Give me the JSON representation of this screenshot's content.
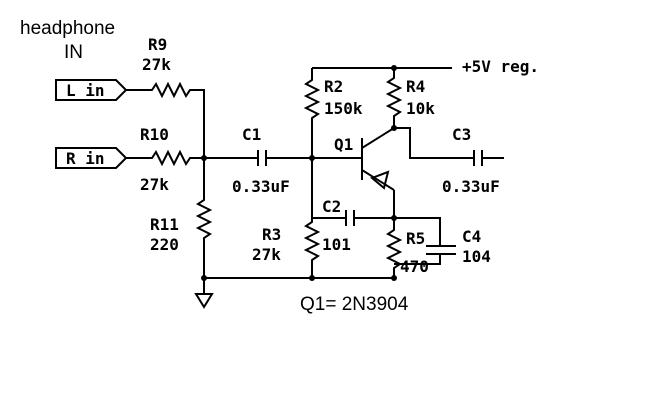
{
  "title_line1": "headphone",
  "title_line2": "IN",
  "inputs": {
    "left": "L in",
    "right": "R in"
  },
  "components": {
    "r9": {
      "ref": "R9",
      "value": "27k"
    },
    "r10": {
      "ref": "R10",
      "value": "27k"
    },
    "r11": {
      "ref": "R11",
      "value": "220"
    },
    "c1": {
      "ref": "C1",
      "value": "0.33uF"
    },
    "r2": {
      "ref": "R2",
      "value": "150k"
    },
    "r3": {
      "ref": "R3",
      "value": "27k"
    },
    "r4": {
      "ref": "R4",
      "value": "10k"
    },
    "r5": {
      "ref": "R5",
      "value": "470"
    },
    "c2": {
      "ref": "C2",
      "value": "101"
    },
    "c3": {
      "ref": "C3",
      "value": "0.33uF"
    },
    "c4": {
      "ref": "C4",
      "value": "104"
    },
    "q1": {
      "ref": "Q1"
    }
  },
  "supply": "+5V reg.",
  "transistor_note": "Q1= 2N3904"
}
